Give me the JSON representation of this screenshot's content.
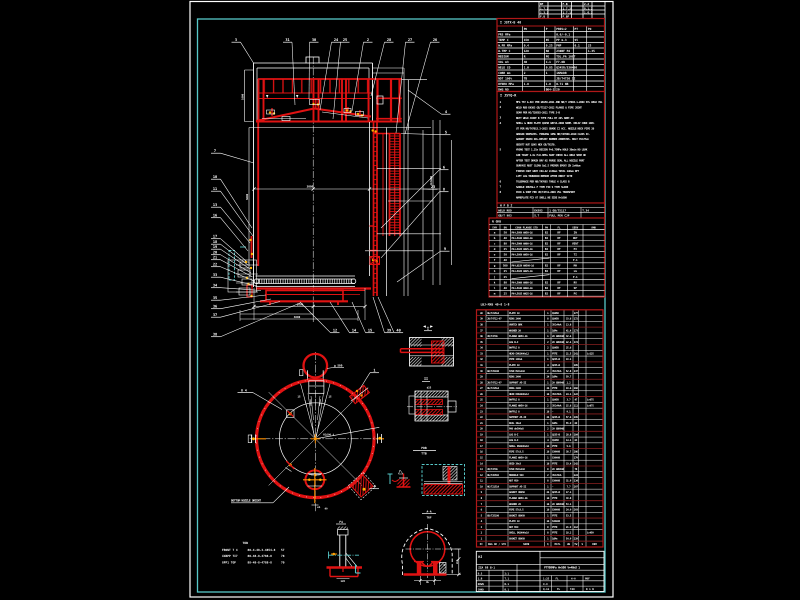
{
  "revision_table": {
    "rows": [
      [
        "BF",
        "",
        "F.B",
        "",
        "2.2",
        ""
      ],
      [
        "1.7.2",
        "",
        "1.7.3",
        "",
        "0.1.1",
        ""
      ],
      [
        "1.3.2",
        "",
        "1.7.1",
        "",
        "1.0.1",
        ""
      ],
      [
        "F.B",
        "",
        "F.BF",
        "",
        "",
        ""
      ]
    ]
  },
  "tech_spec": {
    "title": "I JSTX-B 40",
    "rows": [
      [
        "",
        "PO",
        "P",
        "PRES+2",
        "PT",
        "PO"
      ],
      [
        "PRS  MPa",
        "",
        "",
        "0.6/-0.1",
        "",
        ""
      ],
      [
        "TEMP  C",
        "150",
        "85",
        "PP m-3",
        "95",
        ""
      ],
      [
        "W.PR  MPa",
        "0.4",
        "0.25",
        "PNP",
        "0.1",
        "25"
      ],
      [
        "W.TMP  C",
        "120",
        "60",
        "230BF PA",
        "",
        "1.35"
      ],
      [
        "MEDIUM",
        "R",
        "PO",
        "TOL.PA 100T",
        "",
        ""
      ],
      [
        "VOL  m3",
        "40",
        "C-1",
        "F7.0B",
        "",
        ""
      ],
      [
        "WELD CO",
        "1.0",
        "0.85",
        "Q345R/S30408",
        "",
        ""
      ],
      [
        "CORR  mm",
        "2",
        "1",
        "16MnDR",
        "",
        ""
      ],
      [
        "NDT  100%",
        "TB",
        "",
        "JB/T4730  II",
        "",
        ""
      ],
      [
        "HYDRO MPa",
        "1.0",
        "1.0",
        "0.71 NB",
        "",
        ""
      ],
      [
        "DWG NO",
        "",
        "B04-1  20",
        "",
        "",
        ""
      ]
    ]
  },
  "tech_notes": {
    "title": "I JSYQ-R",
    "items": [
      {
        "no": "1",
        "lines": [
          "MFG TST & ACC PER GB150-2011 AND NB/T 47003.1-2009 STL WELD VSL"
        ]
      },
      {
        "no": "2",
        "lines": [
          "WELD ROD E4303 GB/T5117-2012 FLANGE & PIPE JOINT",
          "SEAM PER HG/T20583-2011 TYPE 3-B"
        ]
      },
      {
        "no": "3",
        "lines": [
          "BUTT WELD JOINT B TYPE FULL RT 20% ABRT-II"
        ]
      },
      {
        "no": "4",
        "lines": [
          "SHELL & HEAD PLATE Q345R GB713-2008 NORM. DELIV COND 100%",
          "UT PER NB/T47013.3-2015 GRADE II ACC. NOZZLE NECK PIPE 20",
          "GB9948 SEAMLESS. FORGING 16Mn NB/T47008-2010 CLASS II.",
          "GASKET XB450 OIL-RESIST RUBBER ASBESTOS. BOLT 35CrMoA",
          "GB3077 NUT Q345 HEX GB/T6170."
        ]
      },
      {
        "no": "5",
        "lines": [
          "HYDRO TEST 1.25x DESIGN P=0.75MPa HOLD 30min NO LEAK",
          "AIR TIGHT 1.0x P=0.6MPa SOAP CHECK ALL WELD SEAM OK",
          "AFTER TEST DRAIN DRY N2 PURGE SEAL ALL NOZZLE PORT",
          "SURFACE RUST CLEAN Sa2.5 PRIMER EPOXY ZN 2x40um",
          "FINISH COAT GRAY C04-42 2x30um TOTAL 140um DFT",
          "LIFT LUG TRUNNION REMOVE AFTER ERECT SITE"
        ]
      },
      {
        "no": "6",
        "lines": [
          "TOLERANCE PER NB/T47003 TABLE 4 CLASS B"
        ]
      },
      {
        "no": "7",
        "lines": [
          "SADDLE INSTALL F TYPE FIX S TYPE SLIDE"
        ]
      },
      {
        "no": "8",
        "lines": [
          "PACK & SHIP PER JB/T4711-2003 VSL TRANSPORT",
          "NAMEPLATE FIX AT SHELL NE SIDE H=1600"
        ]
      }
    ]
  },
  "weld_table": {
    "title": "H F B Z",
    "rows": [
      [
        "WELD ROD",
        "E4303",
        "1 GB/T5117",
        "T.34"
      ],
      [
        "GB/T 983",
        "S.T",
        "FULL PEN CJP",
        ""
      ]
    ]
  },
  "nozzle_table": {
    "title": "N  GKB",
    "header": [
      "SYM",
      "DN",
      "CONN FLANGE STD",
      "PN",
      "FL",
      "SERV",
      "RMK"
    ],
    "rows": [
      [
        "a",
        "50",
        "PH-L5050 WN50-16",
        "B2",
        "RF",
        "IN",
        ""
      ],
      [
        "b",
        "40",
        "PH-L5040 WN40-16",
        "B2",
        "RF",
        "OUT",
        ""
      ],
      [
        "c",
        "80",
        "PH-L5080 WN80-16",
        "B2",
        "RF",
        "VENT",
        ""
      ],
      [
        "d",
        "25",
        "PH-L5025 WN25-16",
        "B2",
        "RF",
        "PI",
        ""
      ],
      [
        "e",
        "50",
        "PH-L5050 WN50-16",
        "B2",
        "RF",
        "TI",
        ""
      ],
      [
        "f",
        "40",
        "",
        "",
        "",
        "P.1",
        ""
      ],
      [
        "g",
        "500",
        "PH-L6150 WN500-16",
        "B2",
        "RF",
        "MH",
        ""
      ],
      [
        "h",
        "25",
        "PH-L5025 WN25-16",
        "B2",
        "RF",
        "LG",
        ""
      ],
      [
        "j",
        "25",
        "",
        "",
        "",
        "P.1",
        ""
      ],
      [
        "k",
        "80",
        "PH-L5080 WN80-16",
        "B2",
        "RF",
        "RV",
        ""
      ],
      [
        "l",
        "40",
        "PH-L5040 WN40-16",
        "B2",
        "RF",
        "SP",
        ""
      ],
      [
        "m",
        "25",
        "PH-L5025 WN25-16",
        "B2",
        "RF",
        "PG",
        ""
      ]
    ]
  },
  "bom": {
    "note": "LBJ-MXB 40-0 1-8",
    "rows": [
      [
        "40",
        "HG/T21514",
        "PLATE 10",
        "1",
        "Q345R",
        "",
        "177",
        ""
      ],
      [
        "39",
        "JB/T4712-07",
        "RING 2400",
        "8",
        "Q345R",
        "33.6",
        "172",
        ""
      ],
      [
        "38",
        "",
        "VORTEX BRK",
        "1",
        "35CrMoA",
        "13.8",
        "",
        ""
      ],
      [
        "37",
        "",
        "WASHER 20",
        "1",
        "16Mn",
        "41.4",
        "173",
        ""
      ],
      [
        "36",
        "JB/T4736",
        "FLANGE WN50-16",
        "1",
        "20 GB9948",
        "32.4",
        "",
        ""
      ],
      [
        "35",
        "",
        "LUG B-I",
        "2",
        "20 GB9948",
        "42.4",
        "174",
        ""
      ],
      [
        "34",
        "",
        "BAFFLE 8",
        "2",
        "Q345R",
        "25.6",
        "",
        ""
      ],
      [
        "33",
        "",
        "HEAD EHA2400x12",
        "1",
        "PTFE",
        "21.5",
        "241",
        "L=225"
      ],
      [
        "32",
        "",
        "PIPE 108x4",
        "1",
        "Q235-B",
        "19.1",
        "",
        ""
      ],
      [
        "31",
        "",
        "PLATE 10",
        "4",
        "Q235-B",
        "",
        "185",
        ""
      ],
      [
        "30",
        "GB/T25198",
        "STUD M20x110",
        "2",
        "35CrMoA",
        "52.8",
        "137",
        ""
      ],
      [
        "29",
        "",
        "RING 2400",
        "24",
        "16Mn",
        "59.7",
        "",
        ""
      ],
      [
        "28",
        "JB/T4712-07",
        "SUPPORT A5-II",
        "1",
        "20 GB9948",
        "1.2",
        "",
        ""
      ],
      [
        "27",
        "HG/T21514",
        "RING 2400",
        "24",
        "PTFE",
        "19.6",
        "260",
        ""
      ],
      [
        "26",
        "",
        "HEAD EHA2400x12",
        "16",
        "35CrMoA",
        "24.1",
        "122",
        ""
      ],
      [
        "25",
        "",
        "BAFFLE 8",
        "1",
        "Q345R",
        "3.7",
        "47",
        "L=675"
      ],
      [
        "24",
        "",
        "FLANGE WN50-16",
        "2",
        "35CrMoA",
        "15.6",
        "111",
        "L=875"
      ],
      [
        "23",
        "",
        "BAFFLE 8",
        "16",
        "-",
        "9.1",
        "",
        ""
      ],
      [
        "22",
        "",
        "SUPPORT A5-II",
        "24",
        "Q235-B",
        "57.6",
        "209",
        ""
      ],
      [
        "21",
        "",
        "RAIL 38x4",
        "1",
        "16Mn",
        "55.0",
        "69",
        ""
      ],
      [
        "20",
        "",
        "PAD dn500x8",
        "2",
        "20 GB9948",
        "",
        "",
        ""
      ],
      [
        "19",
        "",
        "LUG B-I",
        "1",
        "Q235-B",
        "28.8",
        "184",
        ""
      ],
      [
        "18",
        "",
        "LUG B-I",
        "4",
        "Q345R",
        "14.1",
        "63",
        ""
      ],
      [
        "17",
        "",
        "SHELL DN2400x10",
        "16",
        "PTFE",
        "5.6",
        "",
        ""
      ],
      [
        "16",
        "",
        "PIPE 57x3.5",
        "16",
        "S30408",
        "38.7",
        "286",
        ""
      ],
      [
        "15",
        "",
        "FLANGE WN50-16",
        "1",
        "S30408",
        "",
        "179",
        ""
      ],
      [
        "14",
        "",
        "GRID 30x3",
        "16",
        "PTFE",
        "33.4",
        "242",
        ""
      ],
      [
        "13",
        "JB/T4736",
        "STUD M20x110",
        "8",
        "20 GB9948",
        "",
        "78",
        ""
      ],
      [
        "12",
        "HG/T20592",
        "MANHOLE 500",
        "2",
        "35CrMoA",
        "",
        "224",
        ""
      ],
      [
        "11",
        "",
        "NUT M20",
        "8",
        "S30408",
        "31.9",
        "134",
        ""
      ],
      [
        "10",
        "HG/T21514",
        "SUPPORT A5-II",
        "1",
        "-",
        "7.7",
        "207",
        ""
      ],
      [
        "9",
        "",
        "GASKET XB450",
        "24",
        "Q235-B",
        "17.1",
        "",
        ""
      ],
      [
        "8",
        "",
        "FLANGE WN50-16",
        "16",
        "PTFE",
        "30.8",
        "",
        ""
      ],
      [
        "7",
        "",
        "WASHER 20",
        "16",
        "20 GB9948",
        "53.1",
        "",
        ""
      ],
      [
        "6",
        "",
        "PIPE 57x3.5",
        "16",
        "S30408",
        "24.0",
        "203",
        ""
      ],
      [
        "5",
        "GB/T25198",
        "GASKET XB450",
        "1",
        "PTFE",
        "53.5",
        "",
        ""
      ],
      [
        "4",
        "",
        "PLATE 10",
        "16",
        "S30408",
        "",
        "",
        ""
      ],
      [
        "3",
        "",
        "NUT M20",
        "8",
        "PTFE",
        "21.9",
        "112",
        ""
      ],
      [
        "2",
        "",
        "SHELL DN2400x10",
        "8",
        "PTFE",
        "18.2",
        "",
        "L=450"
      ],
      [
        "1",
        "",
        "GASKET XB450",
        "1",
        "16Mn",
        "54.9",
        "229",
        ""
      ]
    ],
    "header": [
      "PC",
      "DWG NO / STD",
      "NAME",
      "Q",
      "MATL",
      "UW",
      "TW",
      "S",
      "REM"
    ]
  },
  "title_block": {
    "company": "HJ",
    "cert": "ZZA 88 B-1",
    "drawing_title": "PTT08MPa H=500 V=40m3  1",
    "sign": [
      [
        "D.S",
        "2:1"
      ],
      [
        "1.B",
        "T.1"
      ],
      [
        "DRWN",
        "B.1"
      ],
      [
        "CHKD",
        "B.1"
      ]
    ],
    "scale": "1:25",
    "stage": "FL",
    "mass": "4-0",
    "sheet": "PBF",
    "mass2": "0.0",
    "sheets": "FL",
    "dwg_no": "T48",
    "rev": "B 1 B",
    "qq": "Q.11"
  },
  "replace_table": {
    "title": "TOB",
    "rows": [
      [
        "FRONT 7 4",
        "80-4-48-3-4854-8",
        "57"
      ],
      [
        "XXBPP 7I7",
        "80-48-8-4788-8",
        "78"
      ],
      [
        "8PP1 TOP",
        "88-48-8-4788-8",
        "70"
      ]
    ]
  },
  "dims": {
    "head_h": "1000",
    "shell_h": "5000",
    "diameter": "3000",
    "ladder_h": "H=5600",
    "base_d1": "2600",
    "base_d2": "3600"
  },
  "balloons": {
    "top": [
      "3",
      "31",
      "30",
      "24",
      "25",
      "2",
      "28",
      "27",
      "26"
    ],
    "left": [
      "7",
      "10",
      "11",
      "13",
      "16",
      "17",
      "18",
      "19",
      "20",
      "21",
      "22",
      "33",
      "34",
      "35",
      "36",
      "37",
      "38"
    ],
    "right": [
      "4",
      "5",
      "6",
      "23",
      "8",
      "9"
    ],
    "bottom": [
      "12",
      "14",
      "15",
      "39",
      "40"
    ],
    "plan": [
      "4",
      "1",
      "8 4",
      ""
    ]
  },
  "plan": {
    "dim_note": "R1600 t",
    "angle_l": "15",
    "angle_r": "15",
    "manhole_label": "g 500",
    "bottom_label": "e1",
    "bottom_label2": "40",
    "view_label": "BOTTOM NOZZLE ORIENT"
  },
  "details": {
    "i": {
      "label": "I"
    },
    "ii": {
      "label": "II",
      "dim": "d25"
    },
    "weld": {
      "label": "PDB",
      "label2": "TTB"
    },
    "leg": {
      "label": "F4",
      "dim": "120"
    },
    "saddle": {
      "label": "A-A",
      "sub": "TRF",
      "dim_h": "450",
      "dim_w": "HL",
      "note": "B"
    }
  },
  "meta": {
    "type": "CAD engineering drawing",
    "background": "#000000",
    "colors": {
      "line_red": "#e01212",
      "table_red": "#b01818",
      "frame_cyan": "#56c8c8",
      "marker_orange": "#ff9000",
      "text_white": "#f0f0f0"
    }
  }
}
